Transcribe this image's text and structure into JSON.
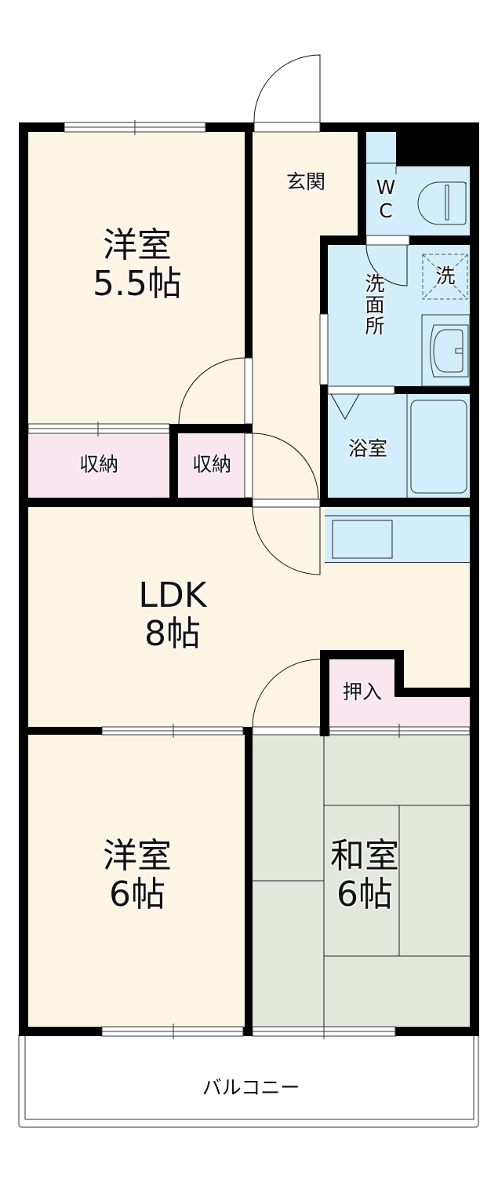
{
  "colors": {
    "wall": "#000000",
    "western_floor": "#fdf5e3",
    "wet_area": "#d2eefb",
    "storage": "#fae6ef",
    "tatami": "#e1e7da",
    "balcony": "#ffffff"
  },
  "rooms": {
    "western_room_1": {
      "name": "洋室",
      "size": "5.5帖"
    },
    "entrance": {
      "name": "玄関"
    },
    "toilet": {
      "name": "W\nC",
      "line1": "W",
      "line2": "C"
    },
    "washroom": {
      "name": "洗面所"
    },
    "washer_space": {
      "name": "洗"
    },
    "bathroom": {
      "name": "浴室"
    },
    "closet_1": {
      "name": "収納"
    },
    "closet_2": {
      "name": "収納"
    },
    "ldk": {
      "name": "LDK",
      "size": "8帖"
    },
    "oshiire": {
      "name": "押入"
    },
    "western_room_2": {
      "name": "洋室",
      "size": "6帖"
    },
    "japanese_room": {
      "name": "和室",
      "size": "6帖"
    },
    "balcony": {
      "name": "バルコニー"
    }
  }
}
